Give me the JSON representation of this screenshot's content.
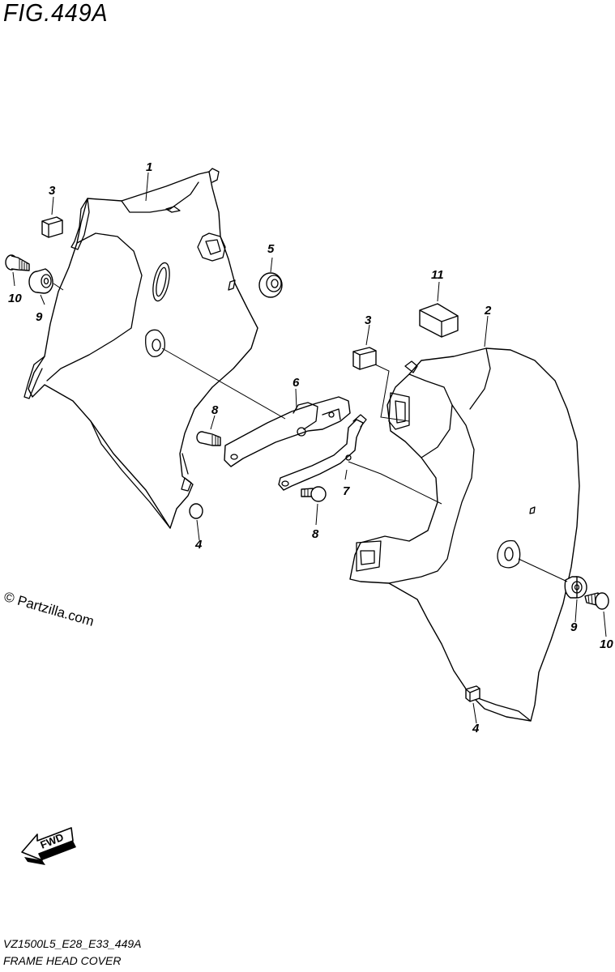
{
  "figure": {
    "title": "FIG.449A",
    "model_code": "VZ1500L5_E28_E33_449A",
    "name": "FRAME HEAD COVER"
  },
  "watermark": "© Partzilla.com",
  "direction_badge": "FWD",
  "fine_print": "",
  "callouts": [
    {
      "id": "callout-1",
      "label": "1"
    },
    {
      "id": "callout-2",
      "label": "2"
    },
    {
      "id": "callout-3a",
      "label": "3"
    },
    {
      "id": "callout-3b",
      "label": "3"
    },
    {
      "id": "callout-4a",
      "label": "4"
    },
    {
      "id": "callout-4b",
      "label": "4"
    },
    {
      "id": "callout-5",
      "label": "5"
    },
    {
      "id": "callout-6",
      "label": "6"
    },
    {
      "id": "callout-7",
      "label": "7"
    },
    {
      "id": "callout-8a",
      "label": "8"
    },
    {
      "id": "callout-8b",
      "label": "8"
    },
    {
      "id": "callout-9a",
      "label": "9"
    },
    {
      "id": "callout-9b",
      "label": "9"
    },
    {
      "id": "callout-10a",
      "label": "10"
    },
    {
      "id": "callout-10b",
      "label": "10"
    },
    {
      "id": "callout-11",
      "label": "11"
    }
  ]
}
